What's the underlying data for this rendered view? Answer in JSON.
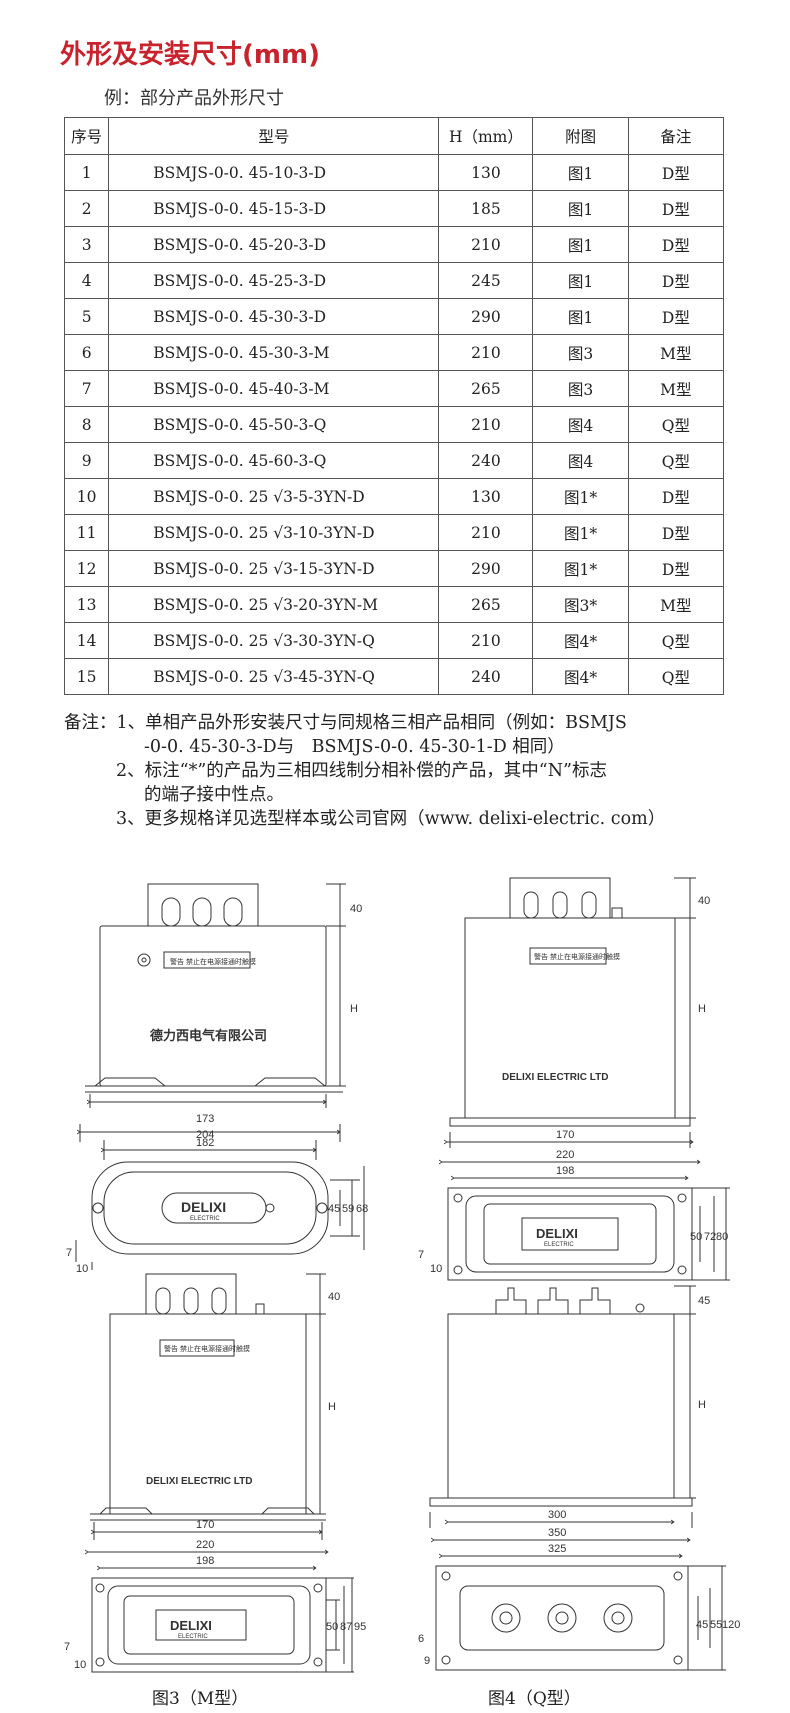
{
  "title": "外形及安装尺寸(mm)",
  "subtitle": "例：部分产品外形尺寸",
  "table": {
    "headers": [
      "序号",
      "型号",
      "H（mm）",
      "附图",
      "备注"
    ],
    "rows": [
      [
        "1",
        "BSMJS-0-0. 45-10-3-D",
        "130",
        "图1",
        "D型"
      ],
      [
        "2",
        "BSMJS-0-0. 45-15-3-D",
        "185",
        "图1",
        "D型"
      ],
      [
        "3",
        "BSMJS-0-0. 45-20-3-D",
        "210",
        "图1",
        "D型"
      ],
      [
        "4",
        "BSMJS-0-0. 45-25-3-D",
        "245",
        "图1",
        "D型"
      ],
      [
        "5",
        "BSMJS-0-0. 45-30-3-D",
        "290",
        "图1",
        "D型"
      ],
      [
        "6",
        "BSMJS-0-0. 45-30-3-M",
        "210",
        "图3",
        "M型"
      ],
      [
        "7",
        "BSMJS-0-0. 45-40-3-M",
        "265",
        "图3",
        "M型"
      ],
      [
        "8",
        "BSMJS-0-0. 45-50-3-Q",
        "210",
        "图4",
        "Q型"
      ],
      [
        "9",
        "BSMJS-0-0. 45-60-3-Q",
        "240",
        "图4",
        "Q型"
      ],
      [
        "10",
        "BSMJS-0-0. 25 √3-5-3YN-D",
        "130",
        "图1*",
        "D型"
      ],
      [
        "11",
        "BSMJS-0-0. 25 √3-10-3YN-D",
        "210",
        "图1*",
        "D型"
      ],
      [
        "12",
        "BSMJS-0-0. 25 √3-15-3YN-D",
        "290",
        "图1*",
        "D型"
      ],
      [
        "13",
        "BSMJS-0-0. 25 √3-20-3YN-M",
        "265",
        "图3*",
        "M型"
      ],
      [
        "14",
        "BSMJS-0-0. 25 √3-30-3YN-Q",
        "210",
        "图4*",
        "Q型"
      ],
      [
        "15",
        "BSMJS-0-0. 25 √3-45-3YN-Q",
        "240",
        "图4*",
        "Q型"
      ]
    ]
  },
  "notes": {
    "n1a": "备注：1、单相产品外形安装尺寸与同规格三相产品相同（例如：BSMJS",
    "n1b": "-0-0. 45-30-3-D与　BSMJS-0-0. 45-30-1-D 相同）",
    "n2a": "2、标注“*”的产品为三相四线制分相补偿的产品，其中“N”标志",
    "n2b": "的端子接中性点。",
    "n3": "3、更多规格详见选型样本或公司官网（www. delixi-electric. com）"
  },
  "drawings": {
    "fig1": {
      "warn": "警告 禁止在电源接通时触摸",
      "company": "德力西电气有限公司",
      "logo": "DELIXI",
      "logo_sub": "ELECTRIC",
      "dims": {
        "top": "40",
        "h": "H",
        "w1": "173",
        "w2": "204",
        "w3": "182",
        "d1": "45",
        "d2": "59",
        "d3": "68",
        "s1": "7",
        "s2": "10"
      }
    },
    "fig2": {
      "warn": "警告 禁止在电源接通时触摸",
      "maker": "DELIXI ELECTRIC LTD",
      "logo": "DELIXI",
      "logo_sub": "ELECTRIC",
      "dims": {
        "top": "40",
        "h": "H",
        "w1": "170",
        "w2": "220",
        "w3": "198",
        "d1": "50",
        "d2": "72",
        "d3": "80",
        "s1": "7",
        "s2": "10"
      }
    },
    "fig3": {
      "warn": "警告 禁止在电源接通时触摸",
      "maker": "DELIXI ELECTRIC LTD",
      "logo": "DELIXI",
      "logo_sub": "ELECTRIC",
      "dims": {
        "top": "40",
        "h": "H",
        "w1": "170",
        "w2": "220",
        "w3": "198",
        "d1": "50",
        "d2": "87",
        "d3": "95",
        "s1": "7",
        "s2": "10"
      },
      "caption": "图3（M型）"
    },
    "fig4": {
      "dims": {
        "top": "45",
        "h": "H",
        "w1": "300",
        "w2": "350",
        "w3": "325",
        "d1": "45",
        "d2": "55",
        "d3": "120",
        "s1": "6",
        "s2": "9"
      },
      "caption": "图4（Q型）"
    }
  }
}
